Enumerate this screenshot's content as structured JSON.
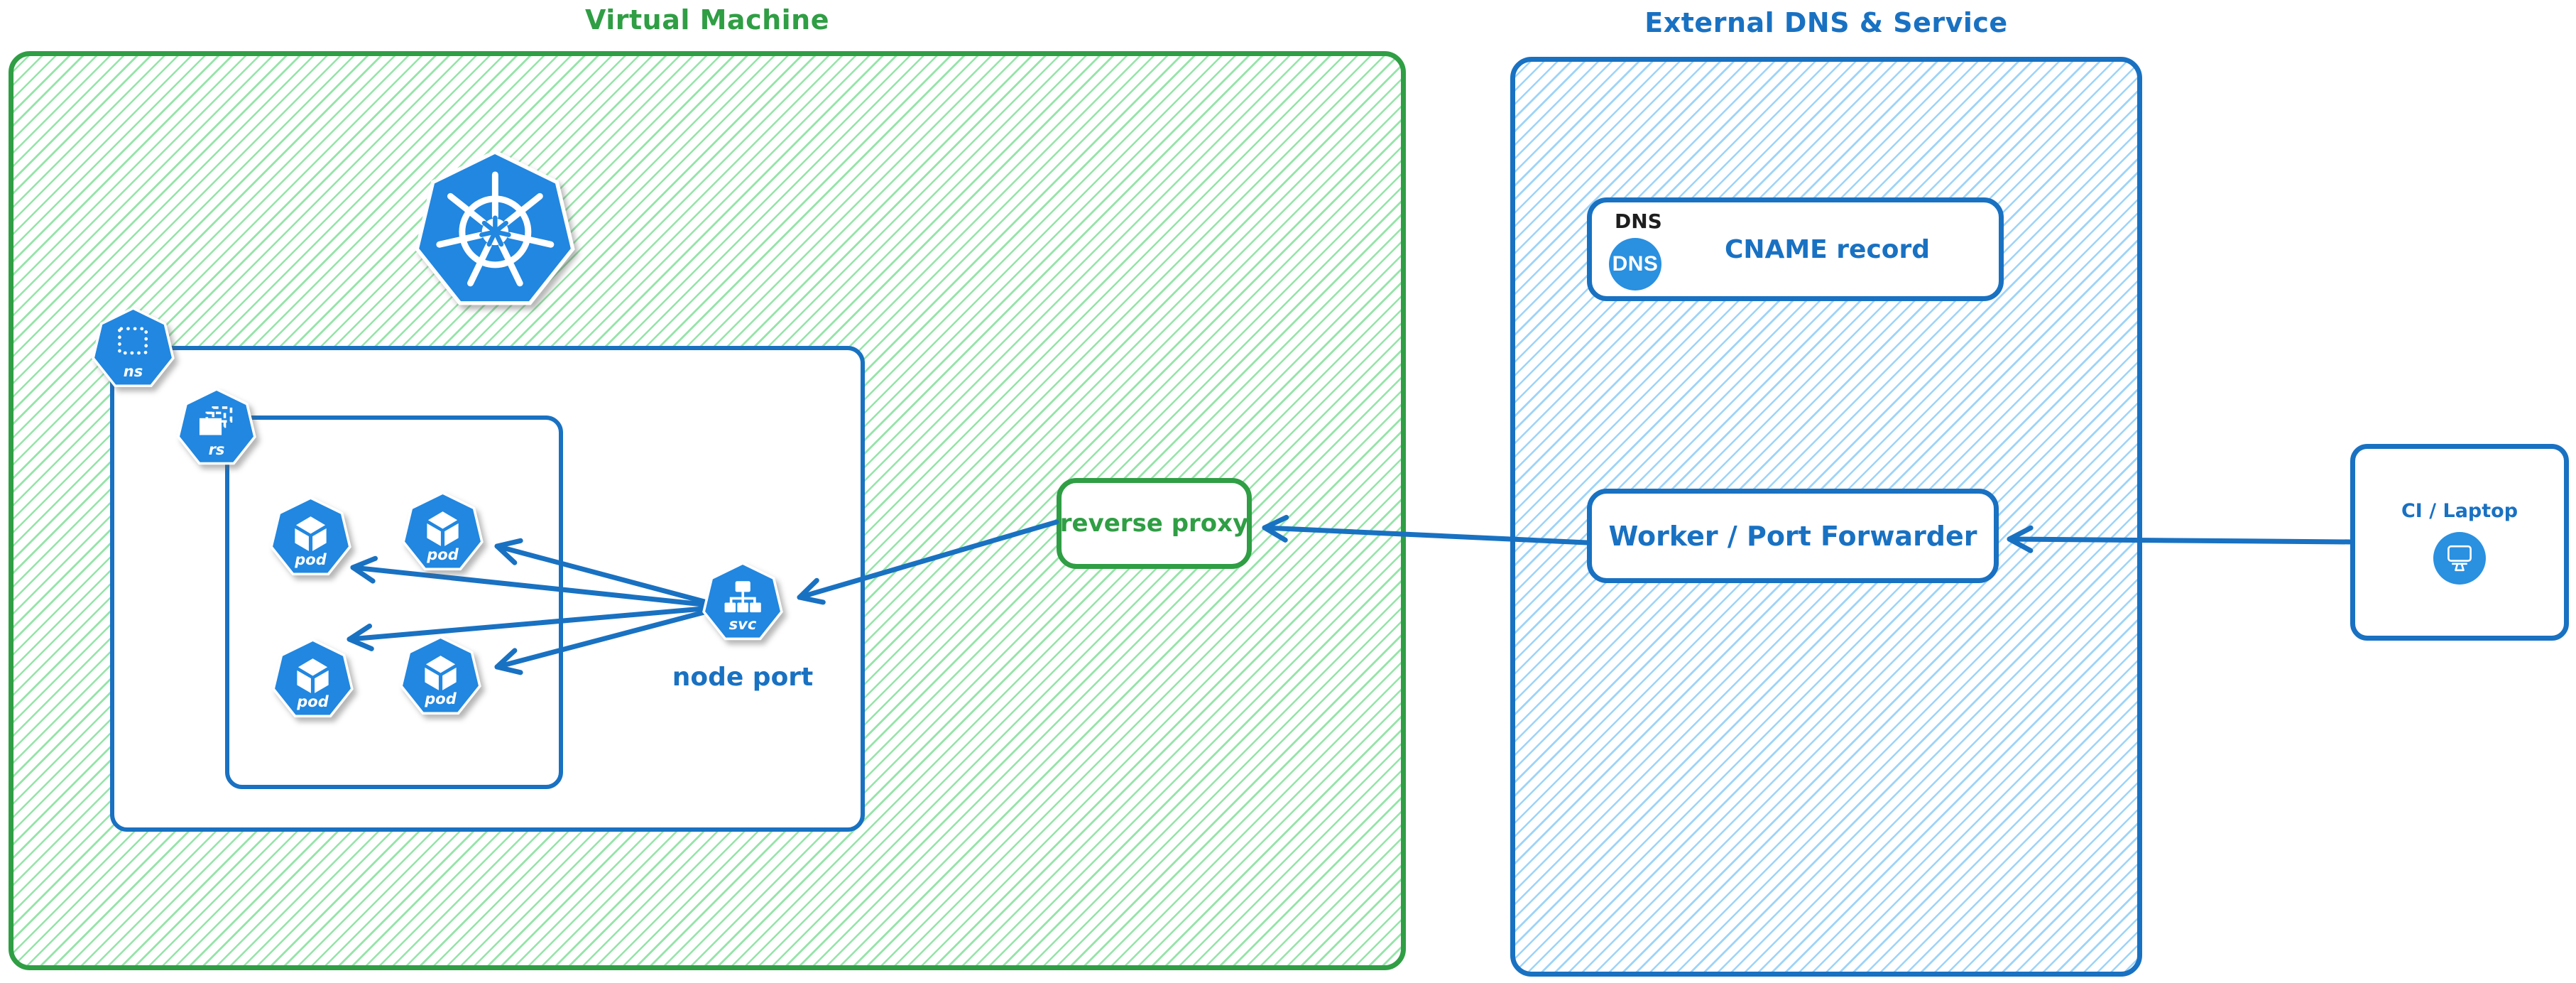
{
  "colors": {
    "green_stroke": "#2f9e44",
    "green_hatch": "#82e099",
    "blue_stroke": "#1971c2",
    "blue_hatch": "#8cccf8",
    "icon_blue": "#2187e0",
    "circle_blue": "#2a90e0",
    "label_black": "#1e1e1e"
  },
  "vm": {
    "title": "Virtual Machine",
    "kubernetes_icon": "kubernetes-logo",
    "namespace": {
      "icon_label": "ns"
    },
    "replicaset": {
      "icon_label": "rs"
    },
    "pods": [
      {
        "label": "pod"
      },
      {
        "label": "pod"
      },
      {
        "label": "pod"
      },
      {
        "label": "pod"
      }
    ],
    "service": {
      "icon_label": "svc",
      "caption": "node port"
    },
    "reverse_proxy": {
      "label": "reverse proxy"
    }
  },
  "external": {
    "title": "External DNS & Service",
    "dns": {
      "tag": "DNS",
      "badge": "DNS",
      "label": "CNAME record"
    },
    "worker": {
      "label": "Worker / Port Forwarder"
    }
  },
  "client": {
    "label": "CI / Laptop"
  }
}
